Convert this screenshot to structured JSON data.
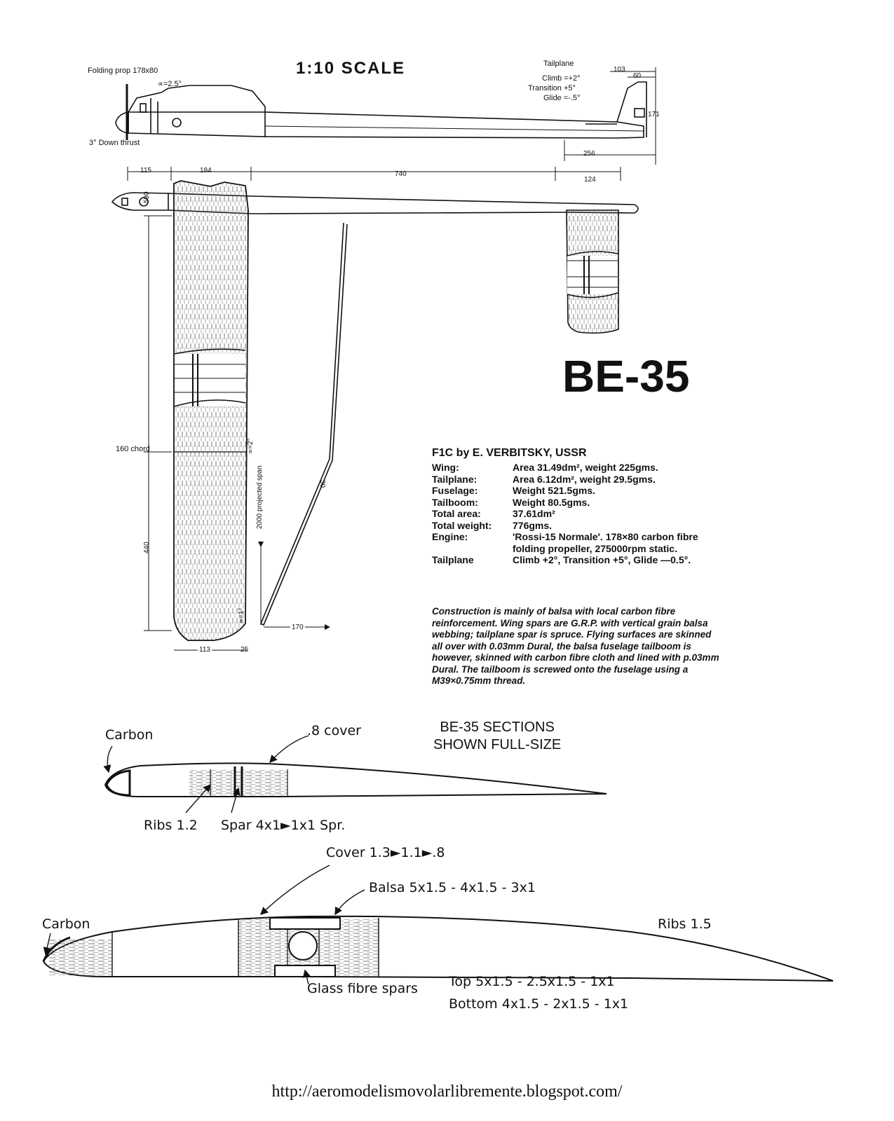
{
  "header": {
    "scale": "1:10 SCALE",
    "model": "BE-35"
  },
  "side_view": {
    "prop_label": "Folding prop 178x80",
    "angle_label": "∝=2.5°",
    "thrust_label": "3° Down thrust",
    "tailplane_title": "Tailplane",
    "climb": "Climb =+2°",
    "transition": "Transition +5°",
    "glide": "Glide =-.5°",
    "dims": [
      "103",
      "60",
      "171",
      "256"
    ]
  },
  "plan_view": {
    "dims_top": [
      "115",
      "184",
      "740",
      "124"
    ],
    "dims_left": [
      "590",
      "440"
    ],
    "chord_label": "160 chord",
    "projected_span": "2000 projected span",
    "dihedral_inner": "∝=2°",
    "dihedral_tip": "∝=1°",
    "dim_30": "30",
    "dim_170": "170",
    "dims_bottom": [
      "113",
      "25"
    ]
  },
  "specs": {
    "heading": "F1C by E. VERBITSKY, USSR",
    "rows": [
      {
        "k": "Wing:",
        "v": "Area 31.49dm², weight 225gms."
      },
      {
        "k": "Tailplane:",
        "v": "Area 6.12dm², weight 29.5gms."
      },
      {
        "k": "Fuselage:",
        "v": "Weight 521.5gms."
      },
      {
        "k": "Tailboom:",
        "v": "Weight 80.5gms."
      },
      {
        "k": "Total area:",
        "v": "37.61dm²"
      },
      {
        "k": "Total weight:",
        "v": "776gms."
      },
      {
        "k": "Engine:",
        "v": "'Rossi-15 Normale'. 178×80 carbon fibre folding propeller, 275000rpm static."
      },
      {
        "k": "Tailplane",
        "v": "Climb +2°, Transition +5°, Glide —0.5°."
      }
    ],
    "construction": "Construction is mainly of balsa with local carbon fibre reinforcement. Wing spars are G.R.P. with vertical grain balsa webbing; tailplane spar is spruce. Flying surfaces are skinned all over with 0.03mm Dural, the balsa fuselage tailboom is however, skinned with carbon fibre cloth and lined with p.03mm Dural. The tailboom is screwed onto the fuselage using a M39×0.75mm thread."
  },
  "sections": {
    "title_line1": "BE-35 SECTIONS",
    "title_line2": "SHOWN FULL-SIZE",
    "tail": {
      "carbon": "Carbon",
      "cover": ".8 cover",
      "ribs": "Ribs 1.2",
      "spar": "Spar 4x1►1x1 Spr."
    },
    "wing": {
      "cover": "Cover 1.3►1.1►.8",
      "balsa": "Balsa 5x1.5 - 4x1.5 - 3x1",
      "carbon": "Carbon",
      "ribs": "Ribs 1.5",
      "glass": "Glass fibre spars",
      "top": "Top 5x1.5 - 2.5x1.5 - 1x1",
      "bottom": "Bottom 4x1.5 - 2x1.5 - 1x1"
    }
  },
  "footer": {
    "url": "http://aeromodelismovolarlibremente.blogspot.com/"
  }
}
